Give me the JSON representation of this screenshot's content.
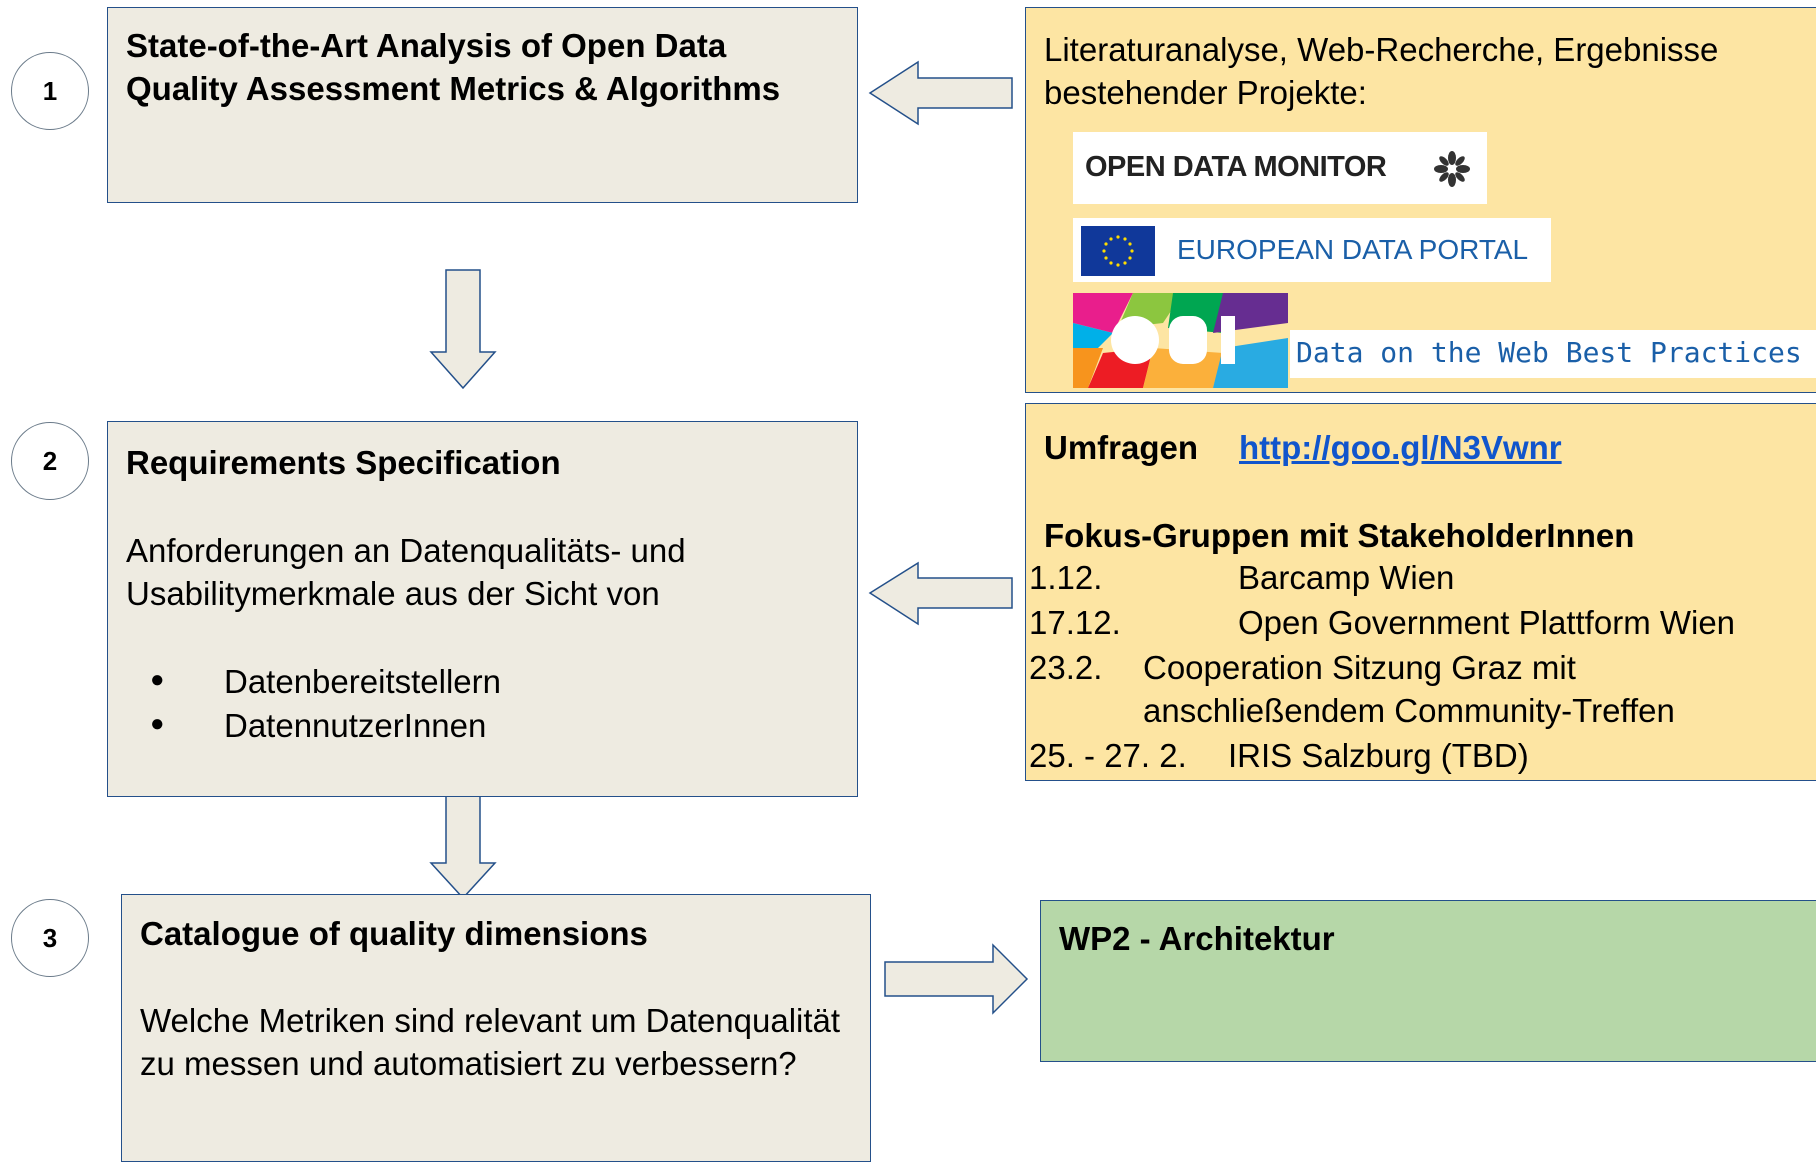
{
  "steps": [
    {
      "number": "1",
      "title": "State-of-the-Art Analysis of Open Data Quality Assessment Metrics & Algorithms"
    },
    {
      "number": "2",
      "title": "Requirements Specification",
      "description": "Anforderungen an Datenqualitäts- und Usabilitymerkmale aus der Sicht von",
      "bullets": [
        "Datenbereitstellern",
        "DatennutzerInnen"
      ]
    },
    {
      "number": "3",
      "title": "Catalogue of quality dimensions",
      "description": "Welche Metriken sind relevant um Datenqualität zu messen und automatisiert zu verbessern?"
    }
  ],
  "sources": {
    "intro": "Literaturanalyse, Web-Recherche, Ergebnisse bestehender Projekte:",
    "logos": {
      "odm": "OPEN DATA MONITOR",
      "edp": "EUROPEAN DATA PORTAL",
      "odi_text": "Data on the Web Best Practices"
    }
  },
  "surveys": {
    "label": "Umfragen",
    "link": "http://goo.gl/N3Vwnr",
    "focus_title": "Fokus-Gruppen mit StakeholderInnen",
    "events": [
      {
        "date": "1.12.",
        "name": "Barcamp Wien"
      },
      {
        "date": "17.12.",
        "name": "Open Government Plattform Wien"
      },
      {
        "date": "23.2.",
        "name": "Cooperation Sitzung Graz mit",
        "name_cont": "anschließendem Community-Treffen"
      },
      {
        "date": "25. - 27. 2.",
        "name": "IRIS Salzburg (TBD)"
      }
    ]
  },
  "output": {
    "title": "WP2 - Architektur"
  },
  "colors": {
    "step_box": "#eeebe1",
    "source_box": "#fde5a3",
    "output_box": "#b6d7a8",
    "border": "#24508a",
    "link": "#1155cc"
  }
}
